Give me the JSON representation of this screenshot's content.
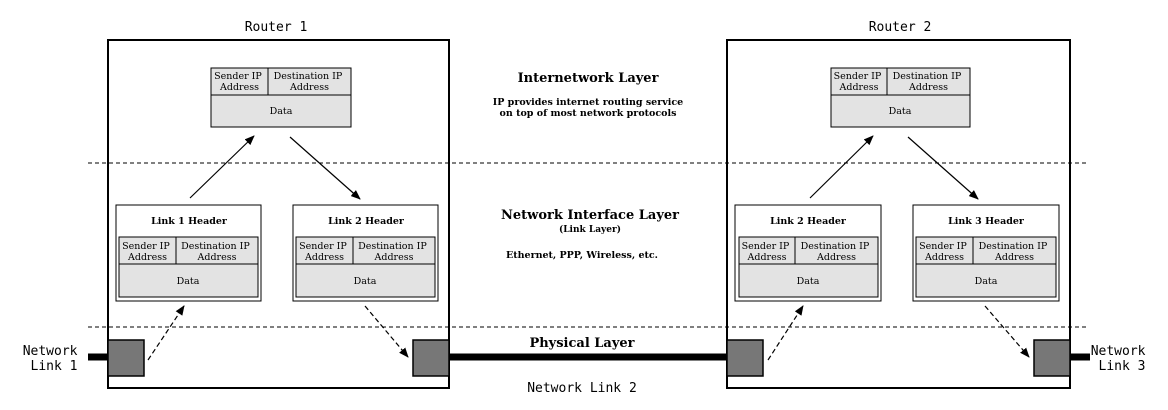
{
  "routers": {
    "router1_label": "Router 1",
    "router2_label": "Router 2"
  },
  "layers": {
    "internetwork": {
      "title": "Internetwork Layer",
      "desc_line1": "IP provides internet routing service",
      "desc_line2": "on top of most network protocols"
    },
    "network_interface": {
      "title": "Network Interface Layer",
      "subtitle": "(Link Layer)",
      "desc": "Ethernet, PPP, Wireless, etc."
    },
    "physical": {
      "title": "Physical Layer"
    }
  },
  "links": {
    "network_link_1": [
      "Network",
      "Link 1"
    ],
    "network_link_2": "Network Link 2",
    "network_link_3": [
      "Network",
      "Link 3"
    ]
  },
  "packet": {
    "sender_ip": [
      "Sender IP",
      "Address"
    ],
    "dest_ip": [
      "Destination IP",
      "Address"
    ],
    "data": "Data"
  },
  "frames": {
    "r1_left_header": "Link 1 Header",
    "r1_right_header": "Link 2 Header",
    "r2_left_header": "Link 2 Header",
    "r2_right_header": "Link 3 Header"
  },
  "colors": {
    "box_fill": "#e3e3e3",
    "port_fill": "#777777",
    "line": "#000000"
  }
}
